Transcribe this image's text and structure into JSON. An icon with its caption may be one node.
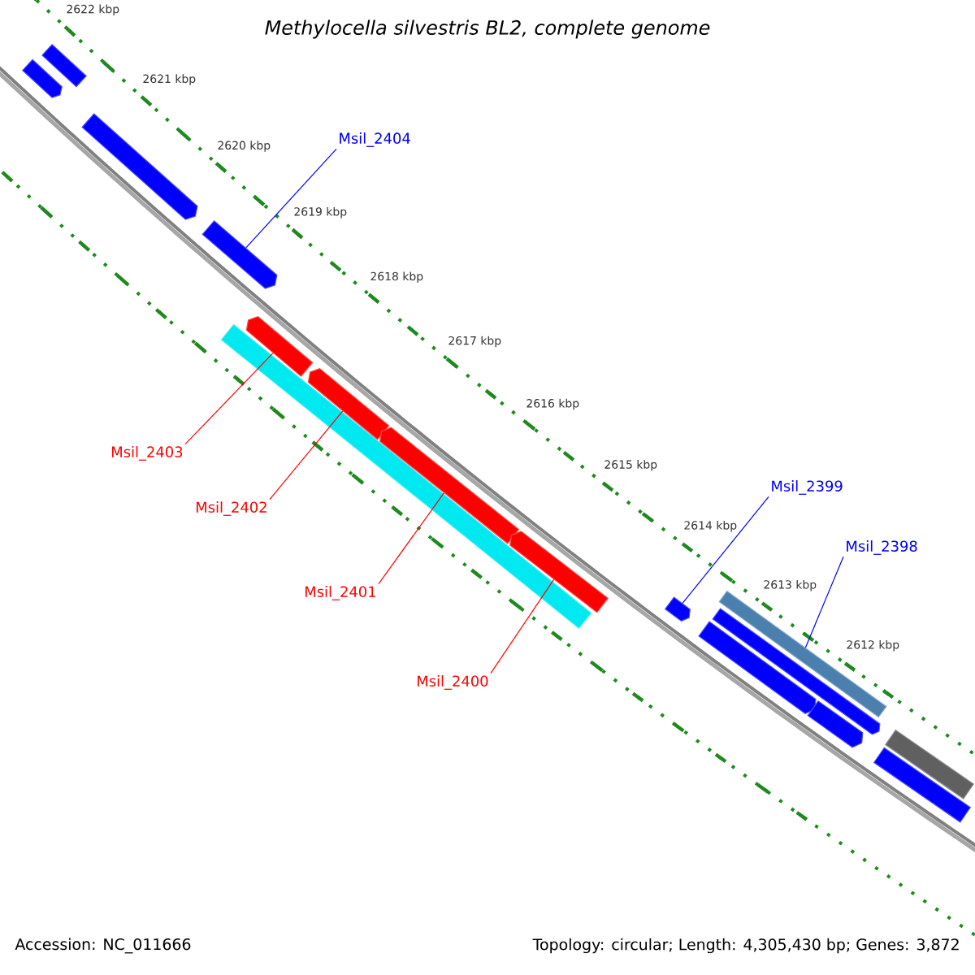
{
  "diagram": {
    "title": "Methylocella silvestris BL2, complete genome",
    "nodes": [
      {
        "text": [
          "Msil_2404"
        ]
      },
      {
        "text": [
          "Msil_2403"
        ]
      },
      {
        "text": [
          "Msil_2402"
        ]
      },
      {
        "text": [
          "Msil_2401"
        ]
      },
      {
        "text": [
          "Msil_2400"
        ]
      },
      {
        "text": [
          "Msil_2399"
        ]
      },
      {
        "text": [
          "Msil_2398"
        ]
      },
      {
        "text": [],
        "shape": "bar"
      },
      {
        "text": [],
        "shape": "block"
      },
      {
        "text": [],
        "shape": "block"
      },
      {
        "text": [],
        "shape": "block"
      },
      {
        "text": [],
        "shape": "bar"
      },
      {
        "text": [],
        "shape": "block"
      },
      {
        "text": [],
        "shape": "block"
      },
      {
        "text": [],
        "shape": "block"
      },
      {
        "text": [],
        "shape": "block"
      },
      {
        "text": [],
        "shape": "block"
      },
      {
        "text": [],
        "shape": "block"
      },
      {
        "text": [],
        "shape": "bar"
      },
      {
        "text": [],
        "shape": "block"
      },
      {
        "text": [],
        "shape": "block"
      },
      {
        "text": [],
        "shape": "bar"
      },
      {
        "text": [],
        "shape": "bar"
      }
    ],
    "edges": [
      {
        "from": 0,
        "to": 10,
        "arrow": "none",
        "color": "#0000ff"
      },
      {
        "from": 1,
        "to": 12,
        "arrow": "none"
      },
      {
        "from": 2,
        "to": 13,
        "arrow": "none"
      },
      {
        "from": 3,
        "to": 14,
        "arrow": "none"
      },
      {
        "from": 4,
        "to": 15,
        "arrow": "none"
      },
      {
        "from": 5,
        "to": 16,
        "arrow": "none",
        "color": "#0000ff"
      },
      {
        "from": 6,
        "to": 18,
        "arrow": "none",
        "color": "#0000ff"
      }
    ],
    "labels": [
      "2622 kbp",
      "2621 kbp",
      "2620 kbp",
      "2619 kbp",
      "2618 kbp",
      "2617 kbp",
      "2616 kbp",
      "2615 kbp",
      "2614 kbp",
      "2613 kbp",
      "2612 kbp",
      "Accession: NC_011666",
      "Topology: circular; Length: 4,305,430 bp; Genes: 3,872"
    ]
  }
}
